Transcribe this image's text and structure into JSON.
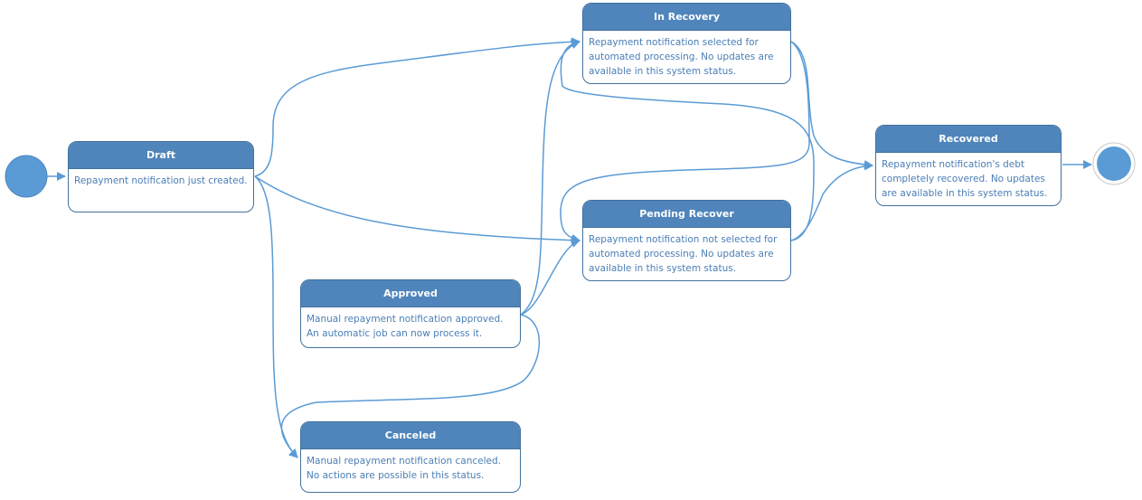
{
  "colors": {
    "header_fill": "#4f85bb",
    "border": "#41719c",
    "description_text": "#4a7eb6",
    "connector": "#5b9bd5",
    "pseudo_state": "#5b9bd5"
  },
  "states": {
    "draft": {
      "title": "Draft",
      "description": "Repayment notification just created."
    },
    "in_recovery": {
      "title": "In Recovery",
      "description": "Repayment notification selected for automated processing. No updates are available in this system status."
    },
    "pending_recover": {
      "title": "Pending Recover",
      "description": "Repayment notification not selected for automated processing. No updates are available in this system status."
    },
    "recovered": {
      "title": "Recovered",
      "description": "Repayment notification's debt completely recovered. No updates are available in this system status."
    },
    "approved": {
      "title": "Approved",
      "description": "Manual repayment notification approved. An automatic job can now process it."
    },
    "canceled": {
      "title": "Canceled",
      "description": "Manual repayment notification canceled. No actions are possible in this status."
    }
  },
  "transitions": [
    {
      "from": "initial",
      "to": "draft"
    },
    {
      "from": "draft",
      "to": "in_recovery"
    },
    {
      "from": "draft",
      "to": "pending_recover"
    },
    {
      "from": "draft",
      "to": "canceled"
    },
    {
      "from": "approved",
      "to": "in_recovery"
    },
    {
      "from": "approved",
      "to": "pending_recover"
    },
    {
      "from": "approved",
      "to": "canceled"
    },
    {
      "from": "in_recovery",
      "to": "recovered"
    },
    {
      "from": "in_recovery",
      "to": "pending_recover"
    },
    {
      "from": "pending_recover",
      "to": "recovered"
    },
    {
      "from": "pending_recover",
      "to": "in_recovery"
    },
    {
      "from": "recovered",
      "to": "final"
    }
  ]
}
